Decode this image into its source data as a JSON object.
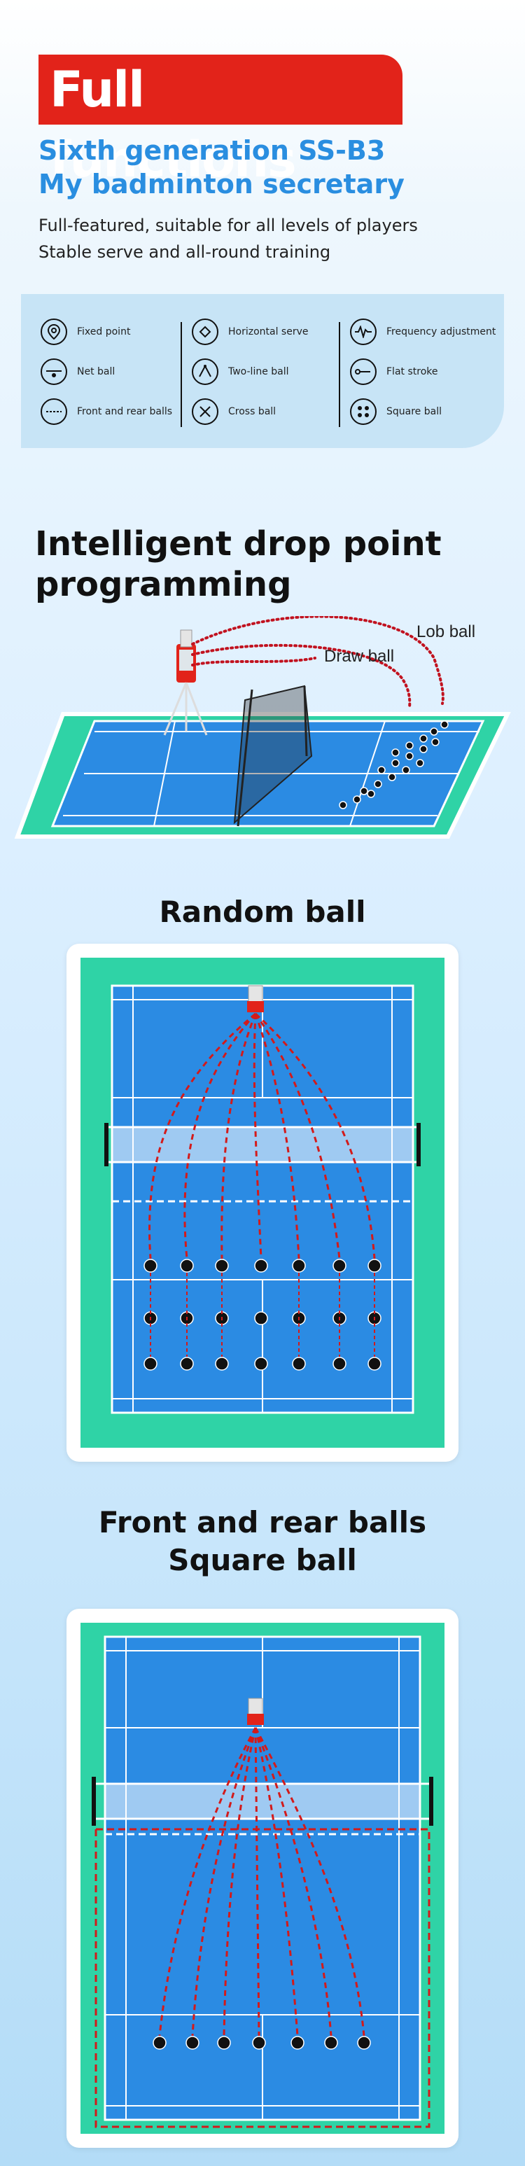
{
  "header": {
    "title": "Full functions",
    "subtitle_line1": "Sixth generation SS-B3",
    "subtitle_line2": "My badminton secretary",
    "desc_line1": "Full-featured, suitable for all levels of players",
    "desc_line2": "Stable serve and all-round training"
  },
  "functions": [
    {
      "label": "Fixed point",
      "icon": "location-pin-icon"
    },
    {
      "label": "Net ball",
      "icon": "net-ball-icon"
    },
    {
      "label": "Front and rear balls",
      "icon": "front-rear-icon"
    },
    {
      "label": "Horizontal serve",
      "icon": "horizontal-serve-icon"
    },
    {
      "label": "Two-line ball",
      "icon": "two-line-icon"
    },
    {
      "label": "Cross ball",
      "icon": "cross-ball-icon"
    },
    {
      "label": "Frequency adjustment",
      "icon": "frequency-icon"
    },
    {
      "label": "Flat stroke",
      "icon": "flat-stroke-icon"
    },
    {
      "label": "Square ball",
      "icon": "square-ball-icon"
    }
  ],
  "drop_point": {
    "title_line1": "Intelligent drop point",
    "title_line2": "programming",
    "lob_label": "Lob ball",
    "draw_label": "Draw ball"
  },
  "random_ball": {
    "title": "Random ball"
  },
  "square_ball": {
    "title_line1": "Front and rear balls",
    "title_line2": "Square ball"
  },
  "colors": {
    "accent_red": "#e2231a",
    "brand_blue": "#2a8ee0",
    "court_green": "#2fd3a6",
    "court_blue": "#2b8be3"
  }
}
